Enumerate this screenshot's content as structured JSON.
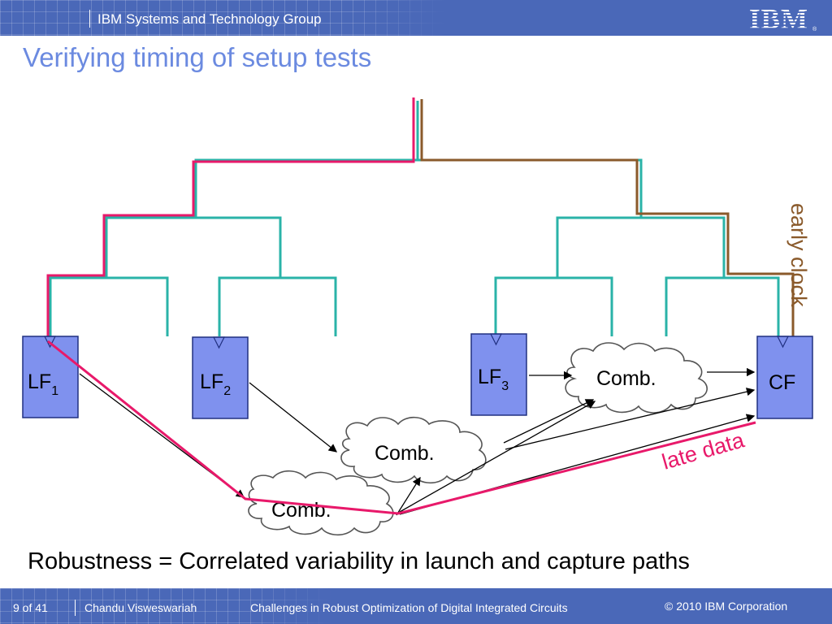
{
  "header": {
    "group": "IBM Systems and Technology Group",
    "logo": "IBM",
    "logo_mark": "®"
  },
  "slide": {
    "title": "Verifying timing of setup tests",
    "bottom_statement": "Robustness = Correlated variability in launch and capture paths"
  },
  "diagram": {
    "latches": [
      {
        "id": "lf1",
        "base": "LF",
        "sub": "1"
      },
      {
        "id": "lf2",
        "base": "LF",
        "sub": "2"
      },
      {
        "id": "lf3",
        "base": "LF",
        "sub": "3"
      },
      {
        "id": "cf",
        "base": "CF",
        "sub": ""
      }
    ],
    "comb_label": "Comb.",
    "early_clock_label": "early clock",
    "late_data_label": "late data",
    "colors": {
      "clock_tree": "#2ab3a8",
      "late_path": "#e8196a",
      "early_path": "#8a5a2b",
      "latch_fill": "#7f91ee",
      "cloud_stroke": "#555555"
    }
  },
  "footer": {
    "page": "9 of 41",
    "author": "Chandu Visweswariah",
    "talk": "Challenges in Robust Optimization of Digital Integrated Circuits",
    "copyright": "© 2010 IBM Corporation"
  }
}
